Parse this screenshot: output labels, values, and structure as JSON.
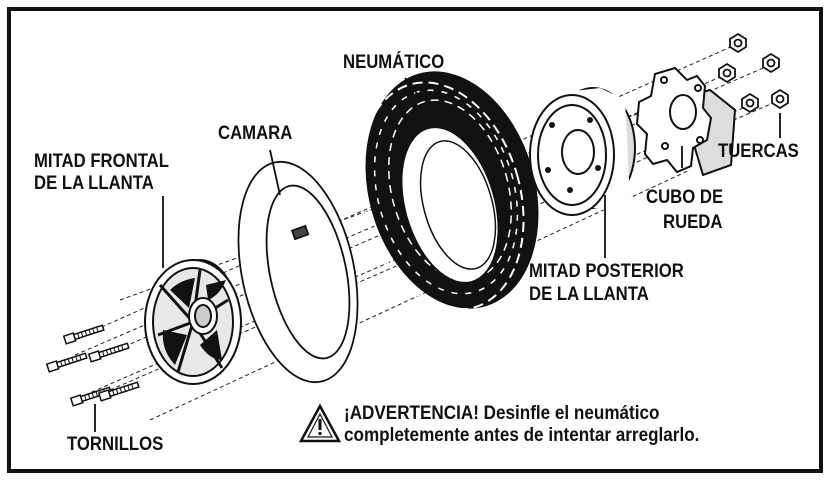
{
  "labels": {
    "tire": "NEUMÁTICO",
    "tube": "CAMARA",
    "front_rim_line1": "MITAD FRONTAL",
    "front_rim_line2": "DE LA LLANTA",
    "nuts": "TUERCAS",
    "hub_line1": "CUBO DE",
    "hub_line2": "RUEDA",
    "rear_rim_line1": "MITAD POSTERIOR",
    "rear_rim_line2": "DE LA LLANTA",
    "bolts": "TORNILLOS"
  },
  "warning": {
    "line1": "¡ADVERTENCIA!  Desinfle  el  neumático",
    "line2": "completemente antes de intentar arreglarlo.",
    "icon": "warning-triangle-icon"
  },
  "colors": {
    "ink": "#111111",
    "background": "#ffffff"
  }
}
